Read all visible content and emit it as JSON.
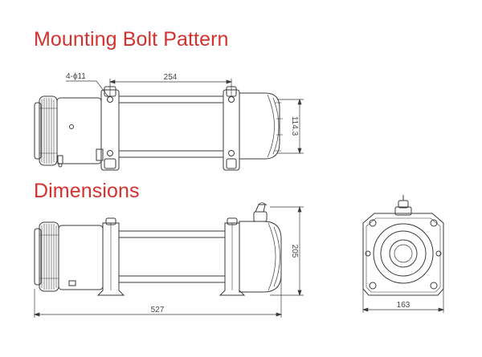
{
  "headings": {
    "mounting": "Mounting Bolt Pattern",
    "dimensions": "Dimensions"
  },
  "labels": {
    "holes": "4-ϕ11",
    "bolt_length": "254",
    "bolt_width": "114.3",
    "height": "205",
    "length": "527",
    "width": "163"
  },
  "colors": {
    "heading": "#d3322f",
    "line": "#3a3a3a"
  }
}
